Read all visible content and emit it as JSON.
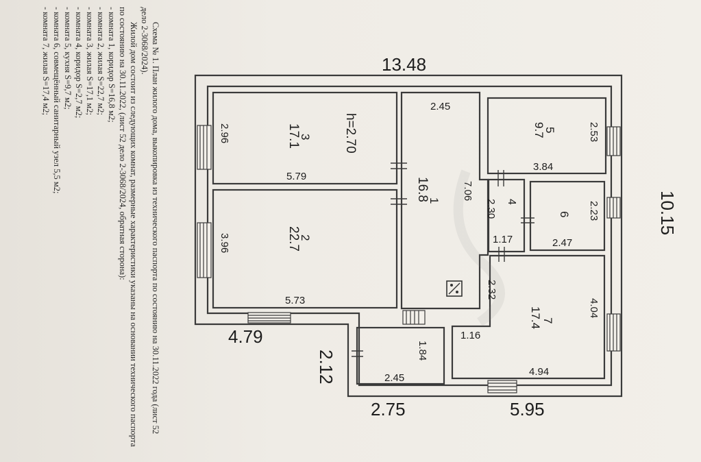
{
  "header": {
    "scheme_title": "Схема № 1. План жилого дома, выкопировка из технического паспорта по состоянию на 30.11.2022 года (лист 52 дело 2-3068/2024).",
    "intro": "Жилой дом состоит из следующих комнат, размерные характеристики указаны на основании технического паспорта по состоянию на 30.11.2022, (лист 52 дело 2-3068/2024, обратная сторона):"
  },
  "room_list": [
    "- комната 1, коридор S=16,8 м2;",
    "- комната 2, жилая S=22,7 м2;",
    "- комната 3, жилая S=17,1 м2;",
    "- комната 4, коридор S=2,7 м2;",
    "- комната 5, кухня S=9,7 м2;",
    "- комната 6, совмещённый санитарный узел 5,5 м2;",
    "- комната 7, жилая S=17,4 м2;"
  ],
  "outer_dims": {
    "top": "13.48",
    "right": "10.15",
    "bottom_left": "4.79",
    "step": "2.12",
    "bottom_mid": "2.75",
    "bottom_right": "5.95"
  },
  "rooms": {
    "r3": {
      "num": "3",
      "area": "17.1",
      "height": "h=2.70",
      "side": "2.96",
      "length": "5.79"
    },
    "r2": {
      "num": "2",
      "area": "22.7",
      "side": "3.96",
      "length": "5.73"
    },
    "r1": {
      "num": "1",
      "area": "16.8",
      "width": "2.45",
      "length": "7.06"
    },
    "r5": {
      "num": "5",
      "area": "9.7",
      "side": "2.53",
      "length": "3.84"
    },
    "r4": {
      "num": "4",
      "side": "2.30",
      "length": "1.17"
    },
    "r6": {
      "num": "6",
      "side": "2.23",
      "length": "2.47"
    },
    "r7": {
      "num": "7",
      "area": "17.4",
      "side": "4.04",
      "length": "4.94",
      "inner_a": "2.32",
      "inner_b": "1.16"
    },
    "porch": {
      "side": "1.84",
      "length": "2.45"
    }
  },
  "colors": {
    "wall": "#3a3a3a",
    "paper": "#ede9e2",
    "text": "#1d1d1d"
  }
}
